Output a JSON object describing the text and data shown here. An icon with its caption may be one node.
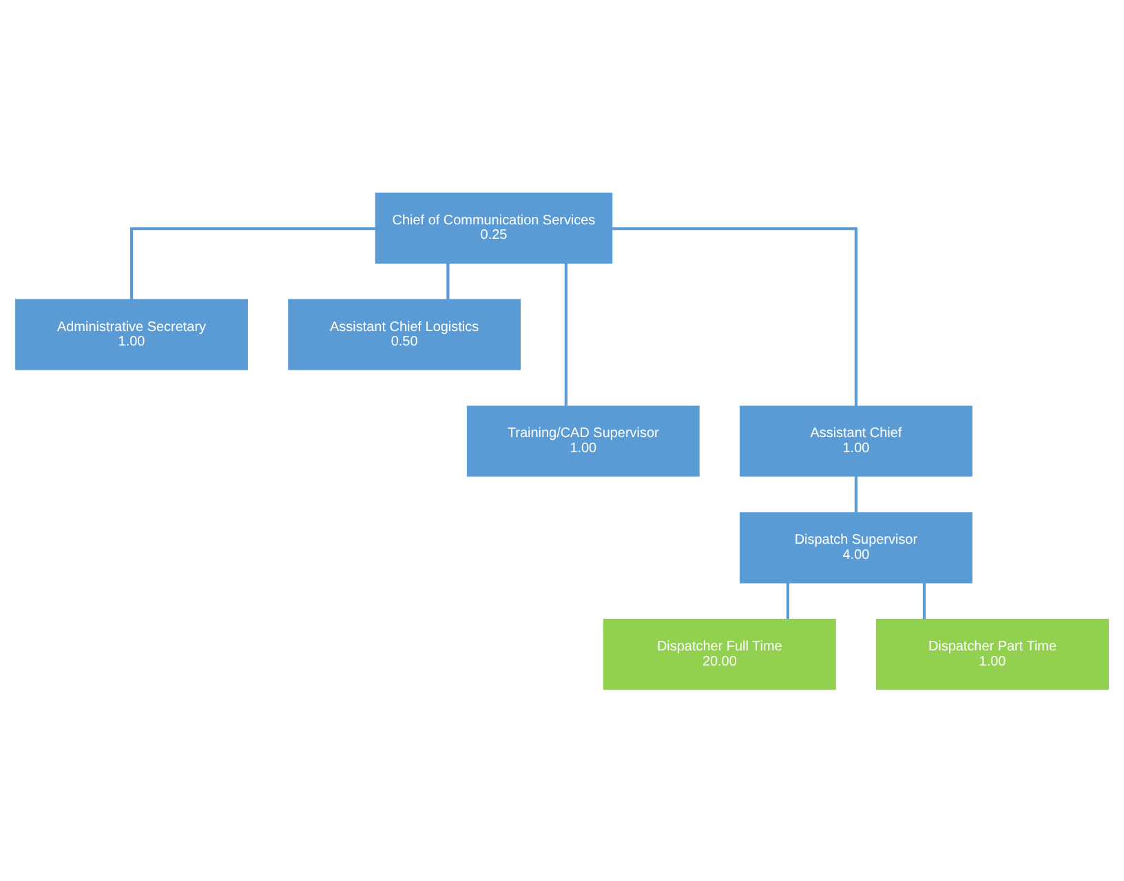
{
  "diagram": {
    "nodes": [
      {
        "text": [
          "Chief of Communication Services",
          "0.25"
        ]
      },
      {
        "text": [
          "Administrative Secretary",
          "1.00"
        ]
      },
      {
        "text": [
          "Assistant Chief Logistics",
          "0.50"
        ]
      },
      {
        "text": [
          "Training/CAD Supervisor",
          "1.00"
        ]
      },
      {
        "text": [
          "Assistant Chief",
          "1.00"
        ]
      },
      {
        "text": [
          "Dispatch Supervisor",
          "4.00"
        ]
      },
      {
        "text": [
          "Dispatcher Full Time",
          "20.00"
        ]
      },
      {
        "text": [
          "Dispatcher Part Time",
          "1.00"
        ]
      }
    ],
    "edges": [
      {
        "from": 0,
        "to": 1,
        "arrow": "none"
      },
      {
        "from": 0,
        "to": 2,
        "arrow": "none"
      },
      {
        "from": 0,
        "to": 3,
        "arrow": "none"
      },
      {
        "from": 0,
        "to": 4,
        "arrow": "none"
      },
      {
        "from": 4,
        "to": 5,
        "arrow": "none"
      },
      {
        "from": 5,
        "to": 6,
        "arrow": "none"
      },
      {
        "from": 5,
        "to": 7,
        "arrow": "none"
      }
    ]
  }
}
